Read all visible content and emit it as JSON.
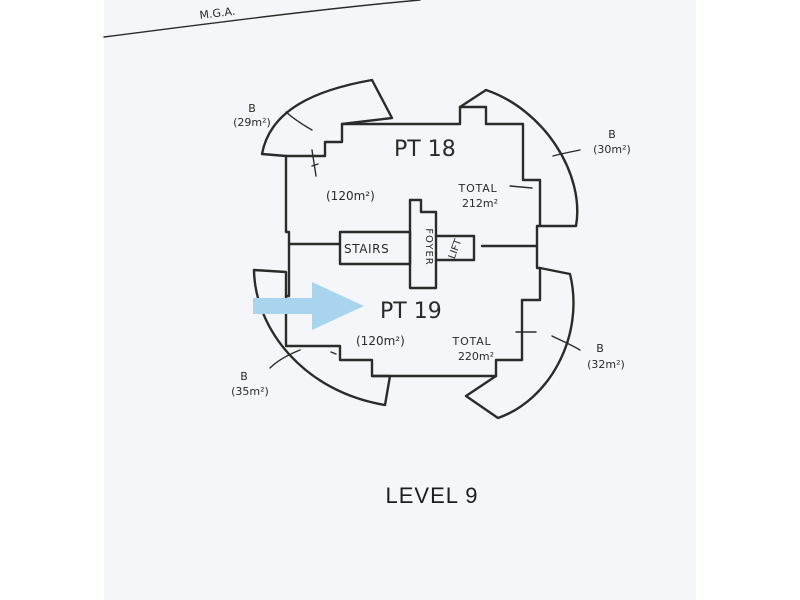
{
  "header": {
    "grid_label": "M.G.A."
  },
  "units": [
    {
      "name": "PT 18",
      "internal_area": "(120m²)",
      "total_label": "TOTAL",
      "total_area": "212m²"
    },
    {
      "name": "PT 19",
      "internal_area": "(120m²)",
      "total_label": "TOTAL",
      "total_area": "220m²"
    }
  ],
  "balconies": [
    {
      "code": "B",
      "area": "(29m²)"
    },
    {
      "code": "B",
      "area": "(30m²)"
    },
    {
      "code": "B",
      "area": "(35m²)"
    },
    {
      "code": "B",
      "area": "(32m²)"
    }
  ],
  "core": {
    "stairs": "STAIRS",
    "foyer": "FOYER",
    "lift": "LIFT"
  },
  "level_title": "LEVEL 9",
  "colors": {
    "arrow": "#a9d4ee",
    "ink": "#2b2b2b",
    "paper": "#f5f6f9"
  },
  "icons": {
    "pointer": "arrow-right-icon"
  }
}
